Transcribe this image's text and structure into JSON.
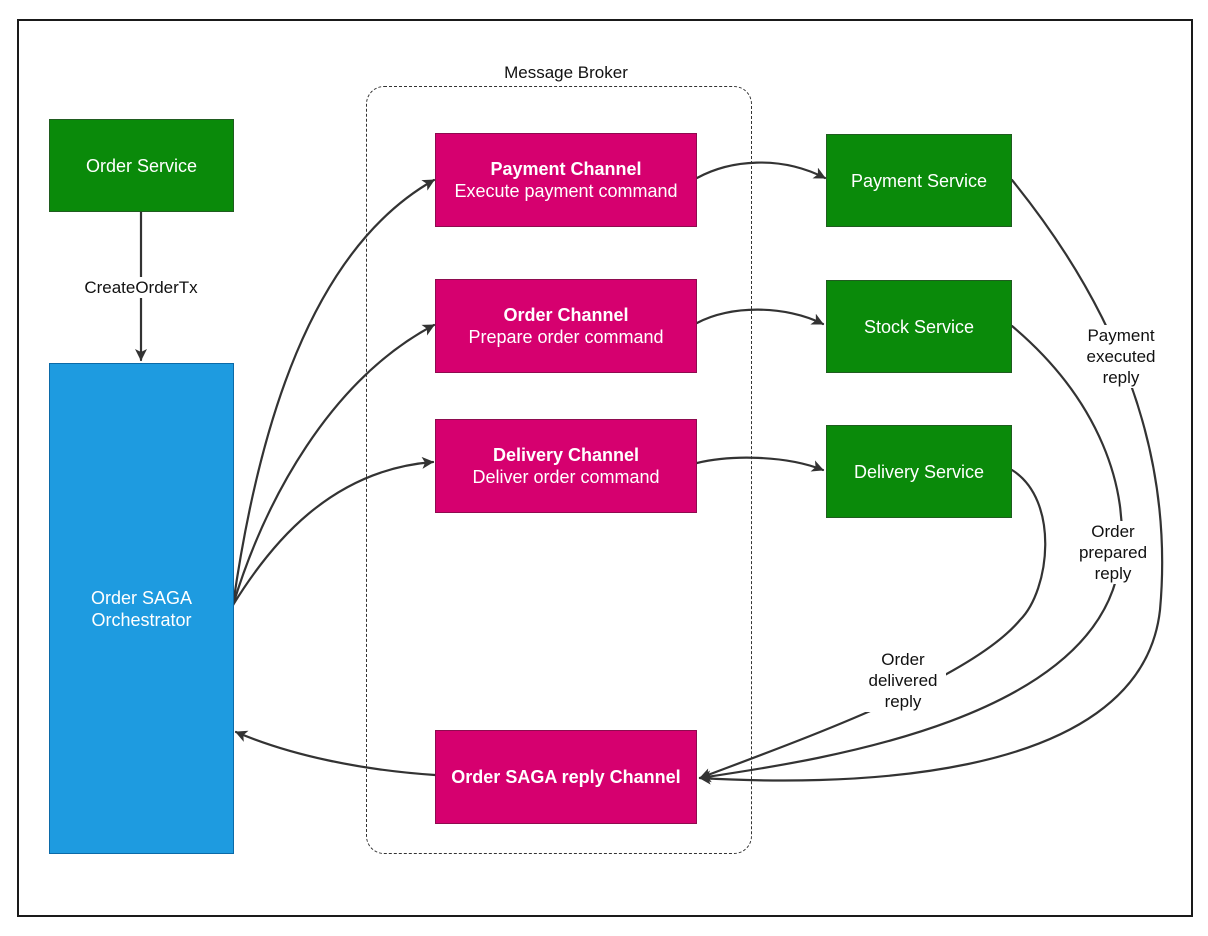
{
  "colors": {
    "service": "#0a8a0a",
    "channel": "#d6006f",
    "orchestrator": "#1e9be0",
    "edge": "#333333"
  },
  "broker": {
    "title": "Message Broker"
  },
  "services": {
    "order": "Order Service",
    "payment": "Payment Service",
    "stock": "Stock Service",
    "delivery": "Delivery Service"
  },
  "orchestrator": {
    "line1": "Order SAGA",
    "line2": "Orchestrator"
  },
  "channels": {
    "payment": {
      "title": "Payment Channel",
      "subtitle": "Execute payment command"
    },
    "order": {
      "title": "Order Channel",
      "subtitle": "Prepare order command"
    },
    "delivery": {
      "title": "Delivery Channel",
      "subtitle": "Deliver order command"
    },
    "reply": {
      "title": "Order SAGA reply Channel"
    }
  },
  "edge_labels": {
    "create_order": "CreateOrderTx",
    "payment_reply": [
      "Payment",
      "executed",
      "reply"
    ],
    "order_reply": [
      "Order",
      "prepared",
      "reply"
    ],
    "delivery_reply": [
      "Order",
      "delivered",
      "reply"
    ]
  }
}
